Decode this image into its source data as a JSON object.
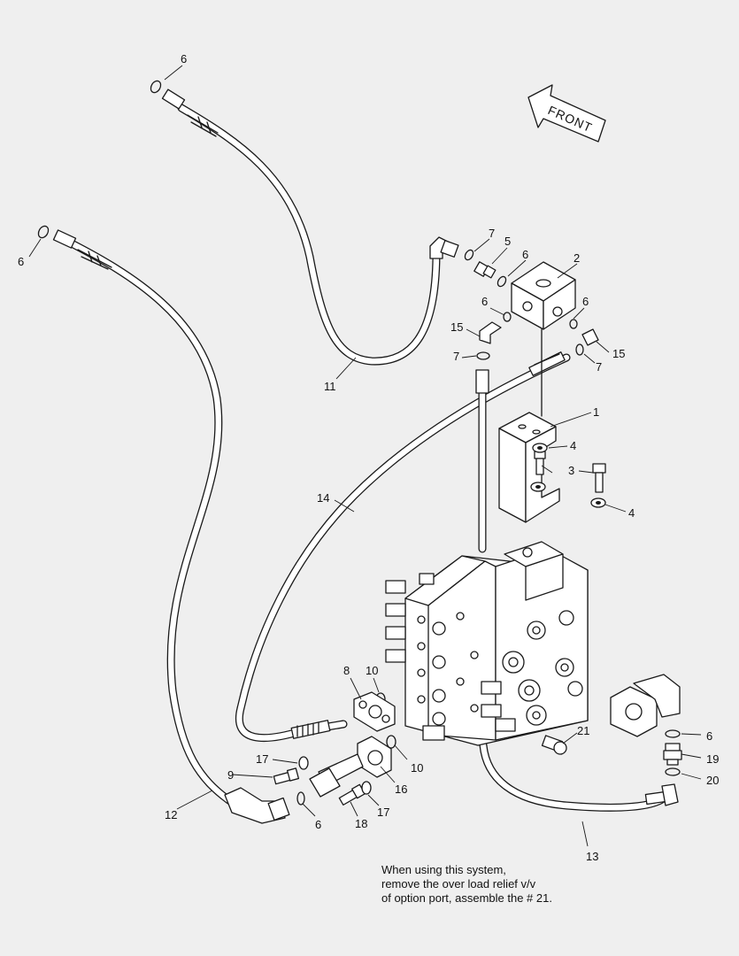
{
  "direction_label": "FRONT",
  "note_lines": [
    "When using this system,",
    "remove the over load relief v/v",
    "of option port, assemble the # 21."
  ],
  "callouts": {
    "c6a": "6",
    "c6b": "6",
    "c6c": "6",
    "c6d": "6",
    "c6e": "6",
    "c6f": "6",
    "c6g": "6",
    "c7a": "7",
    "c7b": "7",
    "c7c": "7",
    "c5": "5",
    "c2": "2",
    "c15a": "15",
    "c15b": "15",
    "c1": "1",
    "c4a": "4",
    "c4b": "4",
    "c3": "3",
    "c11": "11",
    "c14": "14",
    "c8": "8",
    "c10a": "10",
    "c10b": "10",
    "c21": "21",
    "c17a": "17",
    "c17b": "17",
    "c9": "9",
    "c16": "16",
    "c18": "18",
    "c12": "12",
    "c13": "13",
    "c19": "19",
    "c20": "20"
  }
}
